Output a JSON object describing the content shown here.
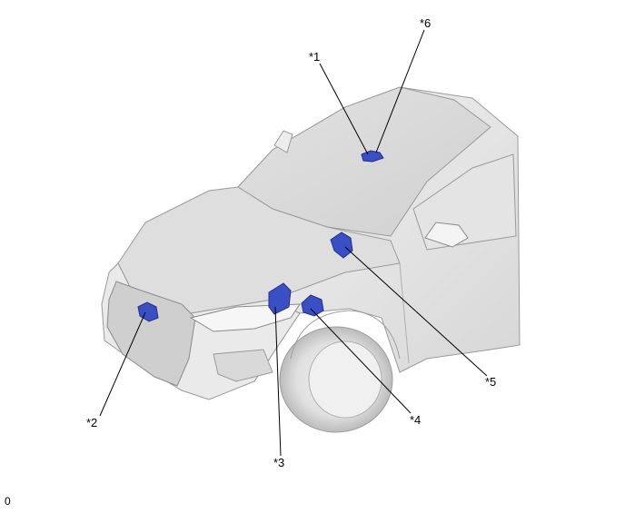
{
  "diagram": {
    "callouts": [
      {
        "id": "1",
        "label": "*1"
      },
      {
        "id": "2",
        "label": "*2"
      },
      {
        "id": "3",
        "label": "*3"
      },
      {
        "id": "4",
        "label": "*4"
      },
      {
        "id": "5",
        "label": "*5"
      },
      {
        "id": "6",
        "label": "*6"
      }
    ],
    "figure_code": "0",
    "colors": {
      "component": "#3a4fc4",
      "component_dark": "#22308a",
      "body": "#e6e6e6",
      "line": "#000000"
    }
  }
}
